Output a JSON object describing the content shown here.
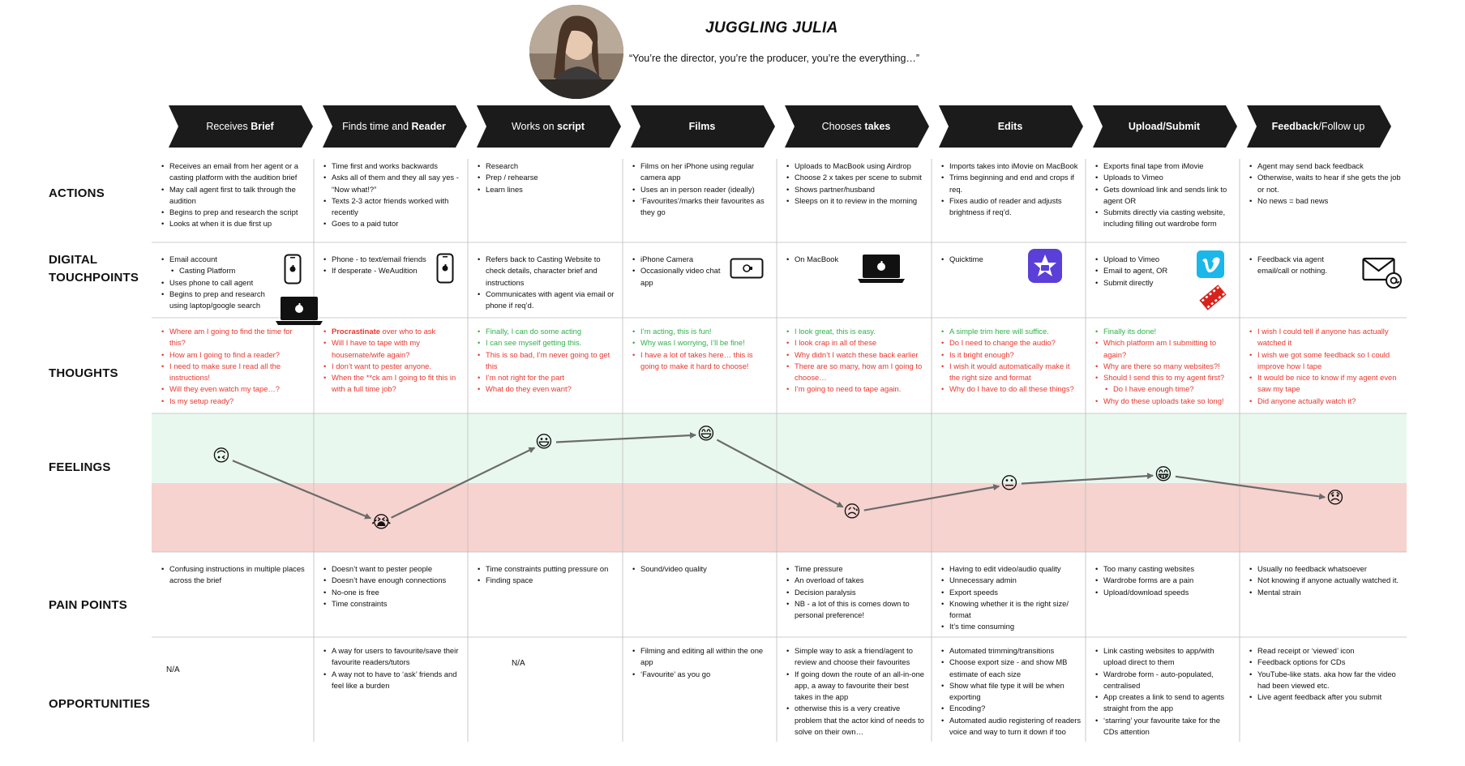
{
  "persona": {
    "name": "JUGGLING JULIA",
    "quote": "“You’re the director, you’re the producer, you’re the everything…”"
  },
  "row_labels": {
    "actions": "ACTIONS",
    "touchpoints_1": "DIGITAL",
    "touchpoints_2": "TOUCHPOINTS",
    "thoughts": "THOUGHTS",
    "feelings": "FEELINGS",
    "pain_points": "PAIN POINTS",
    "opportunities": "OPPORTUNITIES"
  },
  "stages": [
    {
      "plain": "Receives ",
      "bold": "Brief"
    },
    {
      "plain": "Finds time and ",
      "bold": "Reader"
    },
    {
      "plain": "Works on ",
      "bold": "script"
    },
    {
      "plain": "",
      "bold": "Films"
    },
    {
      "plain": "Chooses ",
      "bold": "takes"
    },
    {
      "plain": "",
      "bold": "Edits"
    },
    {
      "plain": "",
      "bold": "Upload/Submit"
    },
    {
      "plain": "Feedback/",
      "bold": "",
      "tail": "Follow up",
      "bold_first": "Feedback"
    }
  ],
  "actions": [
    [
      "Receives an email from her agent or a casting platform with the audition brief",
      "May call agent first to talk through the audition",
      "Begins to prep and research the script",
      "Looks at when it is due first up"
    ],
    [
      "Time first and works backwards",
      "Asks all of them and they all say yes - “Now what!?”",
      "Texts 2-3 actor friends worked with recently",
      "Goes to a paid tutor"
    ],
    [
      "Research",
      "Prep / rehearse",
      "Learn lines"
    ],
    [
      "Films on her iPhone using regular camera app",
      "Uses an in person reader (ideally)",
      "‘Favourites’/marks their favourites as they go"
    ],
    [
      "Uploads to MacBook using Airdrop",
      "Choose 2 x takes per scene to submit",
      "Shows partner/husband",
      "Sleeps on it to review in the morning"
    ],
    [
      "Imports takes into iMovie on MacBook",
      "Trims beginning and end and crops if req.",
      "Fixes audio of reader and adjusts brightness if req’d."
    ],
    [
      "Exports final tape from iMovie",
      "Uploads to Vimeo",
      "Gets download link and sends link to agent OR",
      "Submits directly via casting website, including filling out wardrobe form"
    ],
    [
      "Agent may send back feedback",
      "Otherwise, waits to hear if she gets the job or not.",
      "No news = bad news"
    ]
  ],
  "touchpoints": [
    [
      {
        "t": "Email account"
      },
      {
        "t": "Casting Platform",
        "sub": true
      },
      {
        "t": "Uses phone to call agent"
      },
      {
        "t": "Begins to prep and research using laptop/google search"
      }
    ],
    [
      {
        "t": "Phone - to text/email friends"
      },
      {
        "t": "If desperate - WeAudition"
      }
    ],
    [
      {
        "t": "Refers back to Casting Website to check details, character brief and instructions"
      },
      {
        "t": "Communicates with agent via email or phone if req’d."
      }
    ],
    [
      {
        "t": "iPhone Camera"
      },
      {
        "t": "Occasionally video chat app"
      }
    ],
    [
      {
        "t": "On MacBook"
      }
    ],
    [
      {
        "t": "Quicktime"
      }
    ],
    [
      {
        "t": "Upload to Vimeo"
      },
      {
        "t": "Email to agent, OR"
      },
      {
        "t": "Submit directly"
      }
    ],
    [
      {
        "t": "Feedback via agent email/call or nothing."
      }
    ]
  ],
  "thoughts": [
    [
      {
        "t": "Where am I going to find the time for this?",
        "c": "red"
      },
      {
        "t": "How am I going to find a reader?",
        "c": "red"
      },
      {
        "t": "I need to make sure I read all the instructions!",
        "c": "red"
      },
      {
        "t": "Will they even watch my tape…?",
        "c": "red"
      },
      {
        "t": "Is my setup ready?",
        "c": "red"
      }
    ],
    [
      {
        "t": "Procrastinate",
        "b": true,
        "rest": " over who to ask",
        "c": "red"
      },
      {
        "t": "Will I have to tape with my housemate/wife again?",
        "c": "red"
      },
      {
        "t": "I don’t want to pester anyone.",
        "c": "red"
      },
      {
        "t": "When the **ck am I going to fit this in with a full time job?",
        "c": "red"
      }
    ],
    [
      {
        "t": "Finally, I can do some acting",
        "c": "green"
      },
      {
        "t": "I can see myself getting this.",
        "c": "green"
      },
      {
        "t": "This is so bad, I’m never going to get this",
        "c": "red"
      },
      {
        "t": "I’m not right for the part",
        "c": "red"
      },
      {
        "t": "What do they even want?",
        "c": "red"
      }
    ],
    [
      {
        "t": "I’m acting, this is fun!",
        "c": "green"
      },
      {
        "t": "Why was I worrying, I’ll be fine!",
        "c": "green"
      },
      {
        "t": "I have a lot of takes here… this is going to make it hard to choose!",
        "c": "red"
      }
    ],
    [
      {
        "t": "I look great, this is easy.",
        "c": "green"
      },
      {
        "t": "I look crap in all of these",
        "c": "red"
      },
      {
        "t": "Why didn’t I watch these back earlier",
        "c": "red"
      },
      {
        "t": "There are so many, how am I going to choose…",
        "c": "red"
      },
      {
        "t": "I’m going to need to tape again.",
        "c": "red"
      }
    ],
    [
      {
        "t": "A simple trim here will suffice.",
        "c": "green"
      },
      {
        "t": "Do I need to change the audio?",
        "c": "red"
      },
      {
        "t": "Is it bright enough?",
        "c": "red"
      },
      {
        "t": "I wish it would automatically make it the right size and format",
        "c": "red"
      },
      {
        "t": "Why do I have to do all these things?",
        "c": "red"
      }
    ],
    [
      {
        "t": "Finally its done!",
        "c": "green"
      },
      {
        "t": "Which platform am I submitting to again?",
        "c": "red"
      },
      {
        "t": "Why are there so many websites?!",
        "c": "red"
      },
      {
        "t": "Should I send this to my agent first?",
        "c": "red"
      },
      {
        "t": "Do I have enough time?",
        "c": "red",
        "sub": true
      },
      {
        "t": "Why do these uploads take so long!",
        "c": "red"
      }
    ],
    [
      {
        "t": "I wish I could tell if anyone has actually watched it",
        "c": "red"
      },
      {
        "t": "I wish we got some feedback so I could improve how I tape",
        "c": "red"
      },
      {
        "t": "It would be nice to know if my agent even saw my tape",
        "c": "red"
      },
      {
        "t": "Did anyone actually watch it?",
        "c": "red"
      }
    ]
  ],
  "feelings": {
    "emoji": [
      "🙃",
      "😭",
      "😃",
      "😄",
      "😥",
      "😐",
      "😁",
      "😞"
    ],
    "level": [
      0.79,
      0.15,
      0.92,
      1.0,
      0.25,
      0.52,
      0.61,
      0.38
    ]
  },
  "pain_points": [
    [
      "Confusing instructions in multiple places across the brief"
    ],
    [
      "Doesn’t want to pester people",
      "Doesn’t have enough connections",
      "No-one is free",
      "Time constraints"
    ],
    [
      "Time constraints putting pressure on",
      "Finding space"
    ],
    [
      "Sound/video quality"
    ],
    [
      "Time pressure",
      "An overload of takes",
      "Decision paralysis",
      "NB - a lot of this is comes down to personal preference!"
    ],
    [
      "Having to edit video/audio quality",
      "Unnecessary admin",
      "Export speeds",
      "Knowing whether it is the right size/ format",
      "It’s time consuming"
    ],
    [
      "Too many casting websites",
      "Wardrobe forms are a pain",
      "Upload/download speeds"
    ],
    [
      "Usually no feedback whatsoever",
      "Not knowing if anyone actually watched it.",
      "Mental strain"
    ]
  ],
  "opportunities": [
    {
      "na": "N/A"
    },
    {
      "items": [
        "A way for users to favourite/save their favourite readers/tutors",
        "A way not to have to ‘ask’ friends and feel like a burden"
      ]
    },
    {
      "na": "N/A"
    },
    {
      "items": [
        "Filming and editing all within the one app",
        "‘Favourite’ as you go"
      ]
    },
    {
      "items": [
        "Simple way to ask a friend/agent to review and choose their favourites",
        "If going down the route of an all-in-one app, a away to favourite their best takes in the app",
        "otherwise this is a very creative problem that the actor kind of needs to solve on their own…"
      ]
    },
    {
      "items": [
        "Automated trimming/transitions",
        "Choose export size - and show MB estimate of each size",
        "Show what file type it will be when exporting",
        "Encoding?",
        "Automated audio registering of readers voice and way to turn it down if too loud"
      ]
    },
    {
      "items": [
        "Link casting websites to app/with upload direct to them",
        "Wardrobe form - auto-populated, centralised",
        "App creates a link to send to agents straight from the app",
        "‘starring’ your favourite take for the CDs attention"
      ]
    },
    {
      "items": [
        "Read receipt or ‘viewed’ icon",
        "Feedback options for CDs",
        "YouTube-like stats. aka how far the video had been viewed etc.",
        "Live agent feedback after you submit"
      ]
    }
  ],
  "colors": {
    "stage_fill": "#1b1b1b",
    "positive_band": "#e9f8ef",
    "negative_band": "#f6d3cf",
    "grid_line": "#bdbdbd",
    "thought_red": "#e8362d",
    "thought_green": "#2fb14a",
    "imovie": "#5b3fd8",
    "vimeo": "#1ab7ea",
    "film_strip": "#d8221c"
  },
  "icons": {
    "touchpoints": [
      [
        "phone-icon",
        "laptop-icon"
      ],
      [
        "phone-icon"
      ],
      [],
      [
        "video-call-icon"
      ],
      [
        "laptop-icon"
      ],
      [
        "imovie-icon"
      ],
      [
        "vimeo-icon",
        "film-strip-icon"
      ],
      [
        "email-icon"
      ]
    ]
  }
}
